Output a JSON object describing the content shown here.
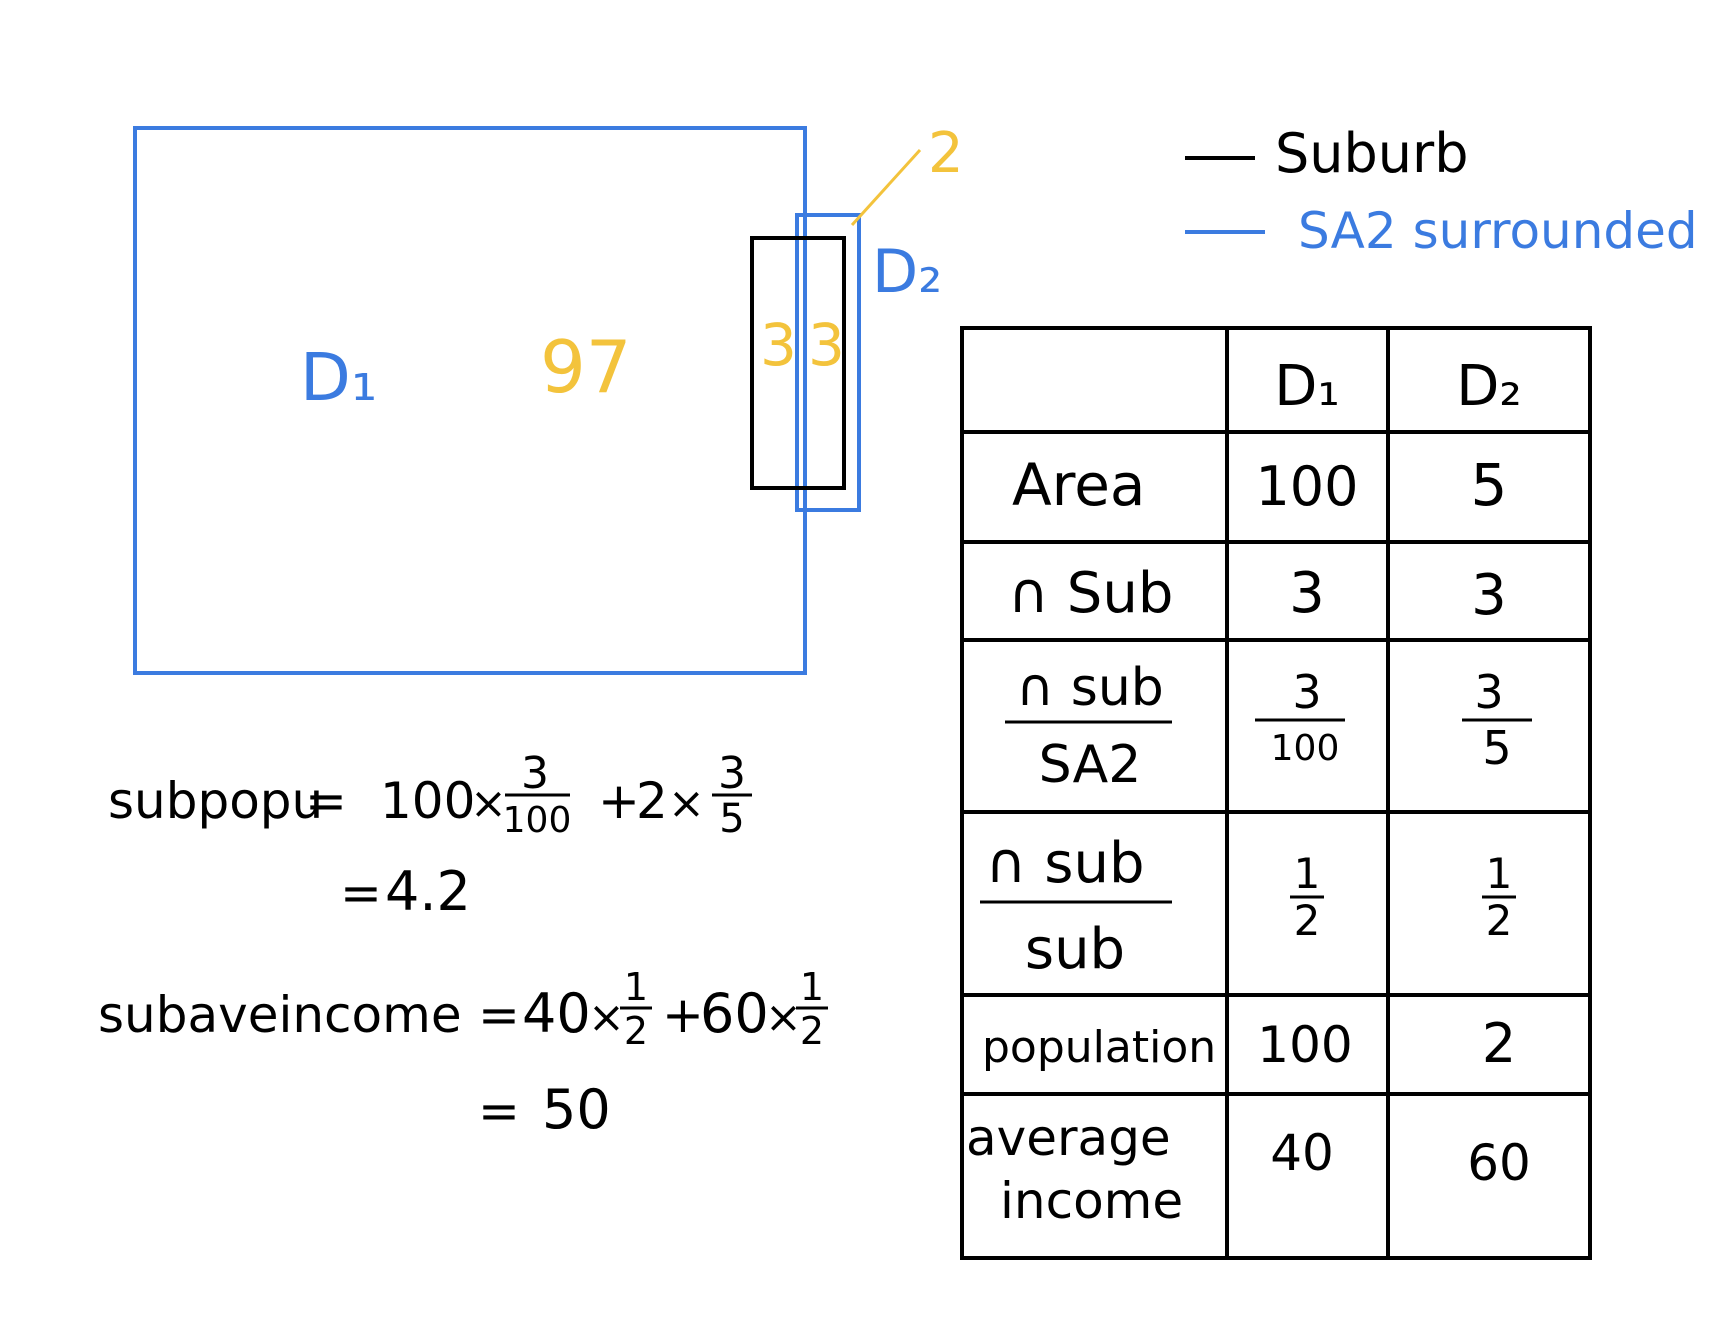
{
  "diagram": {
    "region_d1_label": "D₁",
    "region_d2_label": "D₂",
    "overlap_d1_value": "97",
    "suburb_left_value": "3",
    "suburb_right_value": "3",
    "overlap_d2_value": "2"
  },
  "legend": {
    "items": [
      {
        "label": "Suburb",
        "color": "#000000"
      },
      {
        "label": "SA2 surrounded",
        "color": "#3b7be0"
      }
    ]
  },
  "calculations": {
    "subpopu": {
      "lhs": "subpopu",
      "term1_coef": "100",
      "term1_num": "3",
      "term1_den": "100",
      "term2_coef": "2",
      "term2_num": "3",
      "term2_den": "5",
      "result": "4.2"
    },
    "subaveincome": {
      "lhs": "subaveincome",
      "term1_coef": "40",
      "term1_num": "1",
      "term1_den": "2",
      "term2_coef": "60",
      "term2_num": "1",
      "term2_den": "2",
      "result": "50"
    }
  },
  "table": {
    "columns": [
      "",
      "D₁",
      "D₂"
    ],
    "rows": [
      {
        "label": "Area",
        "d1": "100",
        "d2": "5"
      },
      {
        "label": "∩ Sub",
        "d1": "3",
        "d2": "3"
      },
      {
        "label_num": "∩ sub",
        "label_den": "SA2",
        "d1_num": "3",
        "d1_den": "100",
        "d2_num": "3",
        "d2_den": "5"
      },
      {
        "label_num": "∩ sub",
        "label_den": "sub",
        "d1_num": "1",
        "d1_den": "2",
        "d2_num": "1",
        "d2_den": "2"
      },
      {
        "label": "population",
        "d1": "100",
        "d2": "2"
      },
      {
        "label_line1": "average",
        "label_line2": "income",
        "d1": "40",
        "d2": "60"
      }
    ]
  },
  "colors": {
    "sa2_blue": "#3b7be0",
    "value_yellow": "#f3c33c",
    "ink": "#000000"
  }
}
